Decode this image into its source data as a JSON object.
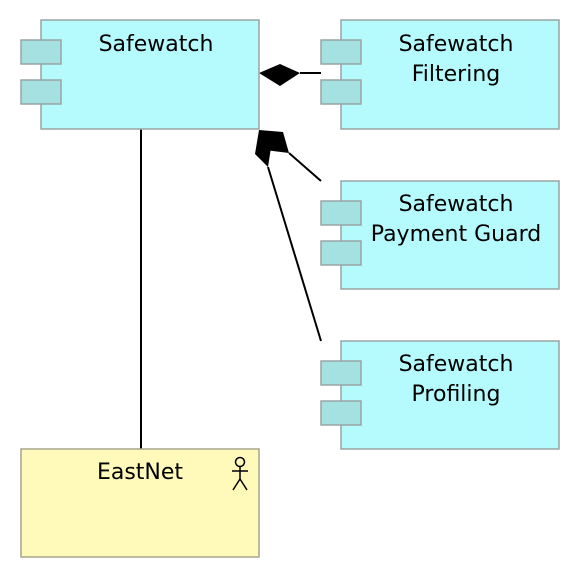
{
  "nodes": {
    "safewatch": {
      "type": "application-component",
      "label_lines": [
        "Safewatch"
      ]
    },
    "filtering": {
      "type": "application-component",
      "label_lines": [
        "Safewatch",
        "Filtering"
      ]
    },
    "payment_guard": {
      "type": "application-component",
      "label_lines": [
        "Safewatch",
        "Payment Guard"
      ]
    },
    "profiling": {
      "type": "application-component",
      "label_lines": [
        "Safewatch",
        "Profiling"
      ]
    },
    "eastnet": {
      "type": "business-actor",
      "label_lines": [
        "EastNet"
      ]
    }
  },
  "edges": [
    {
      "from": "safewatch",
      "to": "filtering",
      "type": "composition"
    },
    {
      "from": "safewatch",
      "to": "payment_guard",
      "type": "composition"
    },
    {
      "from": "safewatch",
      "to": "profiling",
      "type": "composition"
    },
    {
      "from": "safewatch",
      "to": "eastnet",
      "type": "association"
    }
  ],
  "colors": {
    "component_fill": "#b5fafc",
    "component_port_fill": "#a6e1e1",
    "actor_fill": "#fffaba",
    "border": "#9aa3a3",
    "actor_border": "#a5a58c",
    "line": "#000000"
  }
}
